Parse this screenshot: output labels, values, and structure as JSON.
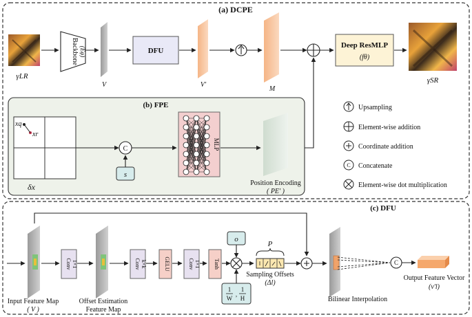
{
  "colors": {
    "frame": "#333333",
    "fpe_bg": "#eef2ea",
    "dfu_fill": "#e9e9f7",
    "feature_orange": "#f9c7a3",
    "feature_gray": "#b5b5b5",
    "resmlp_fill": "#fdf3d6",
    "mlp_fill": "#f3cfcf",
    "param_fill": "#d7ecec",
    "conv_fill": "#e7e1f0",
    "gelu_fill": "#f6d0c8",
    "pe_fill": "#dbe5dc"
  },
  "dcpe": {
    "title": "(a) DCPE",
    "input_label": "γLR",
    "backbone": "Backbone",
    "backbone_sub": "(Eφ)",
    "v": "V",
    "dfu": "DFU",
    "v_prime": "V'",
    "m": "M",
    "resmlp": "Deep ResMLP",
    "resmlp_sub": "(fθ)",
    "output_label": "γSR"
  },
  "fpe": {
    "title": "(b) FPE",
    "xq": "xq",
    "xr": "xr",
    "delta": "δx",
    "concat": "C",
    "s": "s",
    "mlp": "MLP",
    "pe_label": "Position Encoding",
    "pe_sub": "( PE' )"
  },
  "legend": {
    "items": [
      "Upsampling",
      "Element-wise addition",
      "Coordinate addition",
      "Concatenate",
      "Element-wise dot multiplication"
    ],
    "concat_symbol": "C"
  },
  "dfu_section": {
    "title": "(c) DFU",
    "input_label": "Input Feature Map",
    "input_sub": "( V )",
    "conv1": "Conv",
    "conv1_k": "1×1",
    "offset_label": "Offset Estimation",
    "offset_label2": "Feature Map",
    "conv2": "Conv",
    "conv2_k": "k×k",
    "gelu": "GELU",
    "conv3": "Conv",
    "conv3_k": "1×1",
    "tanh": "Tanh",
    "o": "o",
    "frac_a": "1",
    "frac_a_den": "W",
    "frac_b": "1",
    "frac_b_den": "H",
    "p": "P",
    "sampling": "Sampling Offsets",
    "sampling_sub": "(Δl)",
    "bilinear": "Bilinear Interpolation",
    "concat": "C",
    "output": "Output Feature Vector",
    "output_sub": "(v'l)"
  }
}
